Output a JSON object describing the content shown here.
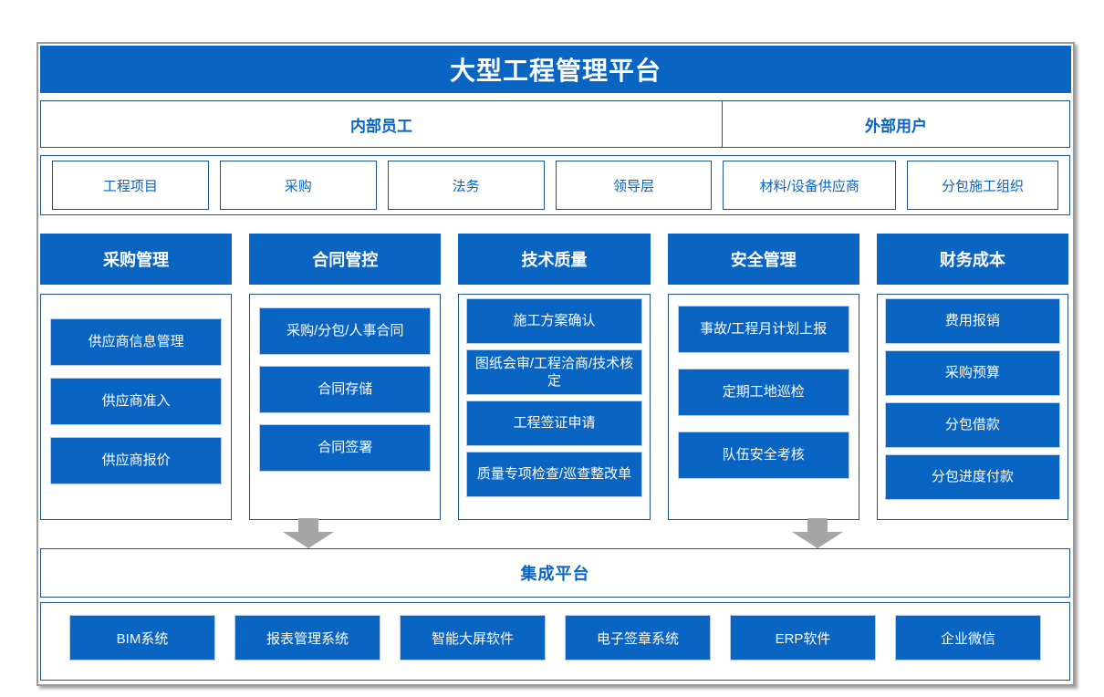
{
  "title": "大型工程管理平台",
  "user_groups": {
    "internal": "内部员工",
    "external": "外部用户"
  },
  "roles": [
    "工程项目",
    "采购",
    "法务",
    "领导层",
    "材料/设备供应商",
    "分包施工组织"
  ],
  "modules": [
    {
      "header": "采购管理",
      "items": [
        "供应商信息管理",
        "供应商准入",
        "供应商报价"
      ]
    },
    {
      "header": "合同管控",
      "items": [
        "采购/分包/人事合同",
        "合同存储",
        "合同签署"
      ]
    },
    {
      "header": "技术质量",
      "items": [
        "施工方案确认",
        "图纸会审/工程洽商/技术核定",
        "工程签证申请",
        "质量专项检查/巡查整改单"
      ]
    },
    {
      "header": "安全管理",
      "items": [
        "事故/工程月计划上报",
        "定期工地巡检",
        "队伍安全考核"
      ]
    },
    {
      "header": "财务成本",
      "items": [
        "费用报销",
        "采购预算",
        "分包借款",
        "分包进度付款"
      ]
    }
  ],
  "integration_label": "集成平台",
  "systems": [
    "BIM系统",
    "报表管理系统",
    "智能大屏软件",
    "电子签章系统",
    "ERP软件",
    "企业微信"
  ],
  "colors": {
    "primary_blue": "#0a64c2",
    "container_border_blue": "#21568b",
    "light_box_border": "#b9cde6",
    "arrow_gray": "#a6a6a6",
    "outer_border_gray": "#9a9a9a",
    "text_blue": "#0a64c2"
  }
}
